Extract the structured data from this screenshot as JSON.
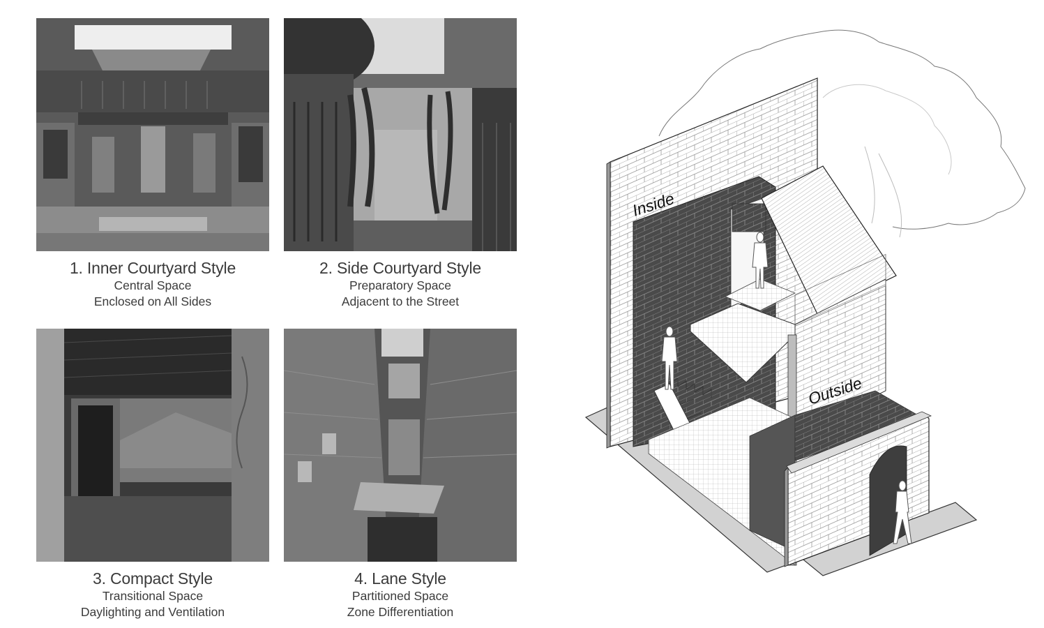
{
  "figure": {
    "panels": [
      {
        "number": "1.",
        "title": "1. Inner Courtyard Style",
        "line1": "Central Space",
        "line2": "Enclosed on All Sides",
        "photo": "inner-courtyard-photo"
      },
      {
        "number": "2.",
        "title": "2. Side Courtyard Style",
        "line1": "Preparatory Space",
        "line2": "Adjacent to the Street",
        "photo": "side-courtyard-photo"
      },
      {
        "number": "3.",
        "title": "3. Compact Style",
        "line1": "Transitional Space",
        "line2": "Daylighting and Ventilation",
        "photo": "compact-style-photo"
      },
      {
        "number": "4.",
        "title": "4. Lane Style",
        "line1": "Partitioned Space",
        "line2": "Zone Differentiation",
        "photo": "lane-style-photo"
      }
    ],
    "diagram": {
      "label_inside": "Inside",
      "label_outside": "Outside",
      "colors": {
        "dark_brick": "#4a4a4a",
        "light_brick": "#ffffff",
        "ground": "#cfcfcf",
        "line": "#222222"
      }
    }
  }
}
